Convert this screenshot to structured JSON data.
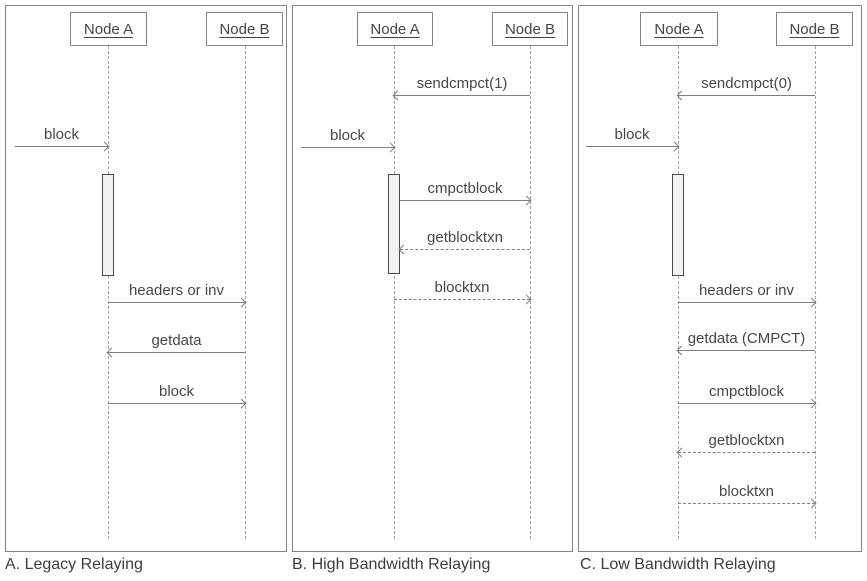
{
  "colors": {
    "panel_border": "#848484",
    "line_gray": "#7f7f7f",
    "lifeline_gray": "#a3a3a3",
    "text_dark": "#454545",
    "activation_fill": "#f2f2f2",
    "activation_border": "#4d4d4d"
  },
  "diagram": {
    "panels": [
      {
        "id": "A",
        "caption": "A. Legacy Relaying",
        "actors": [
          {
            "label": "Node A"
          },
          {
            "label": "Node B"
          }
        ],
        "inbound": {
          "label": "block",
          "to": "Node A",
          "line": "solid"
        },
        "messages": [
          {
            "label": "headers or inv",
            "from": "Node A",
            "to": "Node B",
            "line": "solid"
          },
          {
            "label": "getdata",
            "from": "Node B",
            "to": "Node A",
            "line": "solid"
          },
          {
            "label": "block",
            "from": "Node A",
            "to": "Node B",
            "line": "solid"
          }
        ]
      },
      {
        "id": "B",
        "caption": "B. High Bandwidth Relaying",
        "actors": [
          {
            "label": "Node A"
          },
          {
            "label": "Node B"
          }
        ],
        "inbound": {
          "label": "block",
          "to": "Node A",
          "line": "solid"
        },
        "messages": [
          {
            "label": "sendcmpct(1)",
            "from": "Node B",
            "to": "Node A",
            "line": "solid"
          },
          {
            "label": "cmpctblock",
            "from": "Node A",
            "to": "Node B",
            "line": "solid"
          },
          {
            "label": "getblocktxn",
            "from": "Node B",
            "to": "Node A",
            "line": "dashed"
          },
          {
            "label": "blocktxn",
            "from": "Node A",
            "to": "Node B",
            "line": "dashed"
          }
        ]
      },
      {
        "id": "C",
        "caption": "C. Low Bandwidth Relaying",
        "actors": [
          {
            "label": "Node A"
          },
          {
            "label": "Node B"
          }
        ],
        "inbound": {
          "label": "block",
          "to": "Node A",
          "line": "solid"
        },
        "messages": [
          {
            "label": "sendcmpct(0)",
            "from": "Node B",
            "to": "Node A",
            "line": "solid"
          },
          {
            "label": "headers or inv",
            "from": "Node A",
            "to": "Node B",
            "line": "solid"
          },
          {
            "label": "getdata (CMPCT)",
            "from": "Node B",
            "to": "Node A",
            "line": "solid"
          },
          {
            "label": "cmpctblock",
            "from": "Node A",
            "to": "Node B",
            "line": "solid"
          },
          {
            "label": "getblocktxn",
            "from": "Node B",
            "to": "Node A",
            "line": "dashed"
          },
          {
            "label": "blocktxn",
            "from": "Node A",
            "to": "Node B",
            "line": "dashed"
          }
        ]
      }
    ]
  }
}
